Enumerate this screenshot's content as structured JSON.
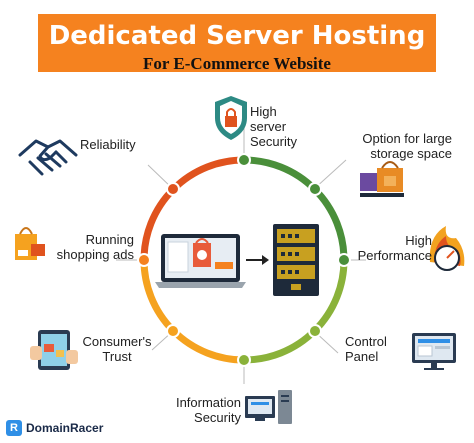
{
  "header": {
    "title": "Dedicated Server Hosting",
    "subtitle": "For E-Commerce Website"
  },
  "features": [
    {
      "id": "security",
      "label": "High server Security",
      "color": "#4a8f3a",
      "icon": "shield-lock-icon"
    },
    {
      "id": "storage",
      "label": "Option for large storage space",
      "color": "#4a8f3a",
      "icon": "shopping-bag-icon"
    },
    {
      "id": "performance",
      "label": "High Performance",
      "color": "#4a8f3a",
      "icon": "speedometer-fire-icon"
    },
    {
      "id": "control-panel",
      "label": "Control Panel",
      "color": "#8ab23a",
      "icon": "monitor-icon"
    },
    {
      "id": "info-security",
      "label": "Information Security",
      "color": "#8ab23a",
      "icon": "computer-tower-icon"
    },
    {
      "id": "trust",
      "label": "Consumer's Trust",
      "color": "#f5a21f",
      "icon": "tablet-shopping-icon"
    },
    {
      "id": "ads",
      "label": "Running shopping ads",
      "color": "#f5821f",
      "icon": "shopping-bag-ad-icon"
    },
    {
      "id": "reliability",
      "label": "Reliability",
      "color": "#e0531e",
      "icon": "handshake-icon"
    }
  ],
  "brand": {
    "name": "DomainRacer",
    "mark": "R"
  },
  "colors": {
    "banner": "#f5821f",
    "green": "#4a8f3a",
    "lime": "#8ab23a",
    "orange": "#f5821f",
    "red": "#e0531e",
    "server": "#c8a020"
  }
}
